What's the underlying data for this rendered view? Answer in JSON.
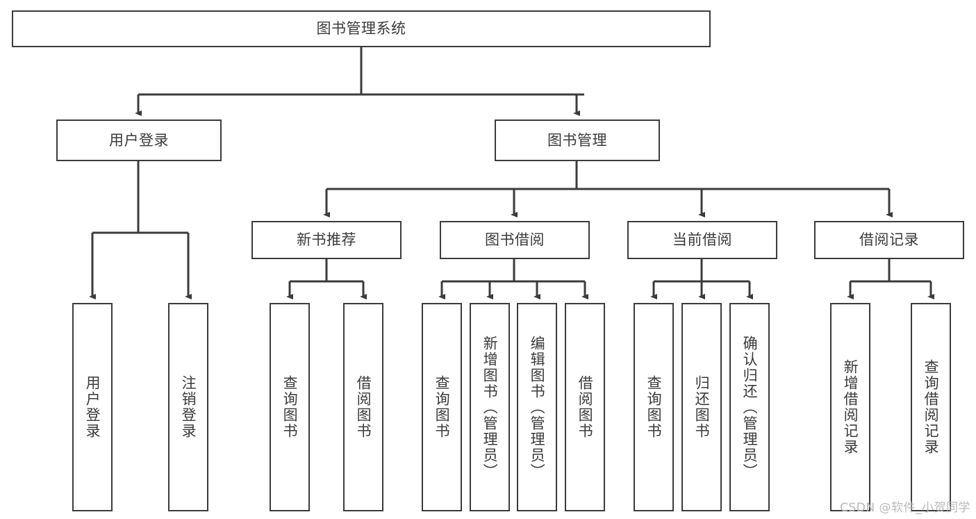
{
  "diagram": {
    "title": "图书管理系统",
    "type": "tree-hierarchy-chart",
    "watermark": "CSDN @软件_小贺同学",
    "colors": {
      "background": "#ffffff",
      "box_border": "#3b3b3b",
      "box_fill": "#ffffff",
      "text": "#3a3a3a",
      "connector": "#3b3b3b",
      "watermark": "#b9b9b9"
    },
    "root": {
      "label": "图书管理系统"
    },
    "level2": [
      {
        "label": "用户登录"
      },
      {
        "label": "图书管理"
      }
    ],
    "level3": [
      {
        "label": "新书推荐"
      },
      {
        "label": "图书借阅"
      },
      {
        "label": "当前借阅"
      },
      {
        "label": "借阅记录"
      }
    ],
    "leaves": {
      "user_login": [
        {
          "label": "用户登录"
        },
        {
          "label": "注销登录"
        }
      ],
      "new_book_recommend": [
        {
          "label": "查询图书"
        },
        {
          "label": "借阅图书"
        }
      ],
      "book_borrow": [
        {
          "label": "查询图书"
        },
        {
          "label": "新增图书（管理员）"
        },
        {
          "label": "编辑图书（管理员）"
        },
        {
          "label": "借阅图书"
        }
      ],
      "current_borrow": [
        {
          "label": "查询图书"
        },
        {
          "label": "归还图书"
        },
        {
          "label": "确认归还（管理员）"
        }
      ],
      "borrow_record": [
        {
          "label": "新增借阅记录"
        },
        {
          "label": "查询借阅记录"
        }
      ]
    }
  }
}
